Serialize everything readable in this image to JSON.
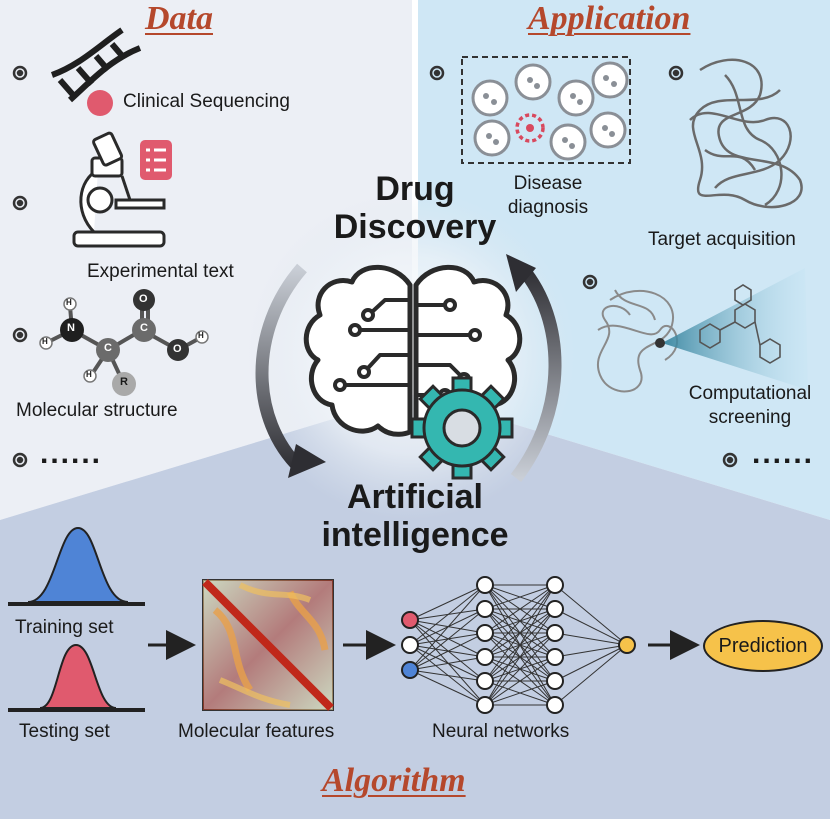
{
  "sections": {
    "data": "Data",
    "application": "Application",
    "algorithm": "Algorithm"
  },
  "center": {
    "top_line1": "Drug",
    "top_line2": "Discovery",
    "bottom_line1": "Artificial",
    "bottom_line2": "intelligence"
  },
  "data_items": {
    "clinical": "Clinical Sequencing",
    "experimental": "Experimental text",
    "molecular": "Molecular structure",
    "more": "......"
  },
  "molecule_atoms": {
    "n": "N",
    "c1": "C",
    "c2": "C",
    "o1": "O",
    "o2": "O",
    "r": "R",
    "h": "H"
  },
  "application_items": {
    "disease_line1": "Disease",
    "disease_line2": "diagnosis",
    "target": "Target acquisition",
    "screening_line1": "Computational",
    "screening_line2": "screening",
    "more": "......"
  },
  "algorithm_items": {
    "training": "Training set",
    "testing": "Testing set",
    "features": "Molecular features",
    "networks": "Neural networks",
    "prediction": "Prediction"
  },
  "colors": {
    "title": "#b5482c",
    "gear": "#34b7b0",
    "training_curve": "#4f84d6",
    "testing_curve": "#e05a6e",
    "prediction": "#f6c24a",
    "input_red": "#e05a6e",
    "input_blue": "#4f84d6",
    "output_node": "#f6c24a"
  }
}
